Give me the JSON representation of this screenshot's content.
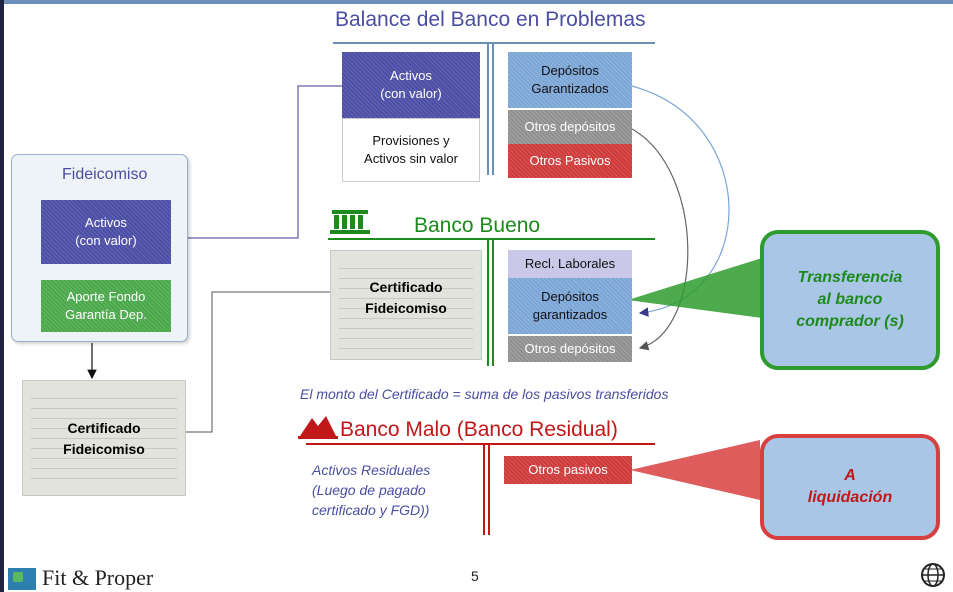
{
  "slide": {
    "page_number": "5",
    "footer_logo_text": "Fit & Proper"
  },
  "balance": {
    "title": "Balance del Banco en Problemas",
    "assets_top": "Activos\n(con valor)",
    "assets_bottom": "Provisiones y\nActivos sin valor",
    "liab_1": "Depósitos\nGarantizados",
    "liab_2": "Otros depósitos",
    "liab_3": "Otros Pasivos"
  },
  "fideicomiso": {
    "title": "Fideicomiso",
    "box_1": "Activos\n(con valor)",
    "box_2": "Aporte Fondo\nGarantía Dep.",
    "certificate_label": "Certificado\nFideicomiso"
  },
  "banco_bueno": {
    "title": "Banco Bueno",
    "certificate_label": "Certificado\nFideicomiso",
    "liab_1": "Recl. Laborales",
    "liab_2": "Depósitos\ngarantizados",
    "liab_3": "Otros depósitos",
    "note": "El monto del Certificado = suma de los pasivos transferidos"
  },
  "banco_malo": {
    "title": "Banco Malo (Banco Residual)",
    "assets_text": "Activos Residuales\n(Luego de pagado\ncertificado y FGD))",
    "liab_1": "Otros pasivos"
  },
  "callouts": {
    "transfer": "Transferencia\nal banco\ncomprador (s)",
    "transfer_color": "#1d8a1d",
    "liquidation": "A\nliquidación",
    "liquidation_color": "#c01818"
  }
}
